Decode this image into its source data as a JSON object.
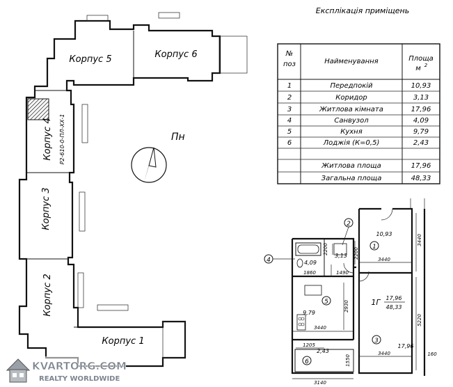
{
  "explication": {
    "title": "Експлікація приміщень",
    "header": {
      "num": "№",
      "num2": "поз",
      "name": "Найменування",
      "area": "Площа",
      "area_unit": "м",
      "area_exp": "2"
    },
    "rows": [
      {
        "num": "1",
        "name": "Передпокій",
        "area": "10,93"
      },
      {
        "num": "2",
        "name": "Коридор",
        "area": "3,13"
      },
      {
        "num": "3",
        "name": "Житлова кімната",
        "area": "17,96"
      },
      {
        "num": "4",
        "name": "Санвузол",
        "area": "4,09"
      },
      {
        "num": "5",
        "name": "Кухня",
        "area": "9,79"
      },
      {
        "num": "6",
        "name": "Лоджія (К=0,5)",
        "area": "2,43"
      }
    ],
    "totals": [
      {
        "name": "Житлова площа",
        "area": "17,96"
      },
      {
        "name": "Загальна площа",
        "area": "48,33"
      }
    ]
  },
  "site_plan": {
    "buildings": [
      "Корпус 1",
      "Корпус 2",
      "Корпус 3",
      "Корпус 4",
      "Корпус 5",
      "Корпус 6"
    ],
    "series": "P2-610-0-ПЛ-ХХ-1",
    "north_label": "Пн"
  },
  "floor_plan": {
    "room_areas": [
      "10,93",
      "3,13",
      "17,96",
      "4,09",
      "9,79",
      "2,43"
    ],
    "room_markers": [
      "1",
      "2",
      "3",
      "4",
      "5",
      "6"
    ],
    "flat_type": "1Г",
    "flat_living": "17,96",
    "flat_total": "48,33",
    "dims": [
      "3440",
      "3440",
      "3440",
      "3440",
      "3140",
      "1205",
      "1550",
      "1860",
      "1490",
      "2200",
      "2200",
      "2930",
      "5220",
      "160"
    ]
  },
  "watermark": {
    "brand": "KVARTORG.COM",
    "tagline": "REALTY WORLDWIDE"
  }
}
